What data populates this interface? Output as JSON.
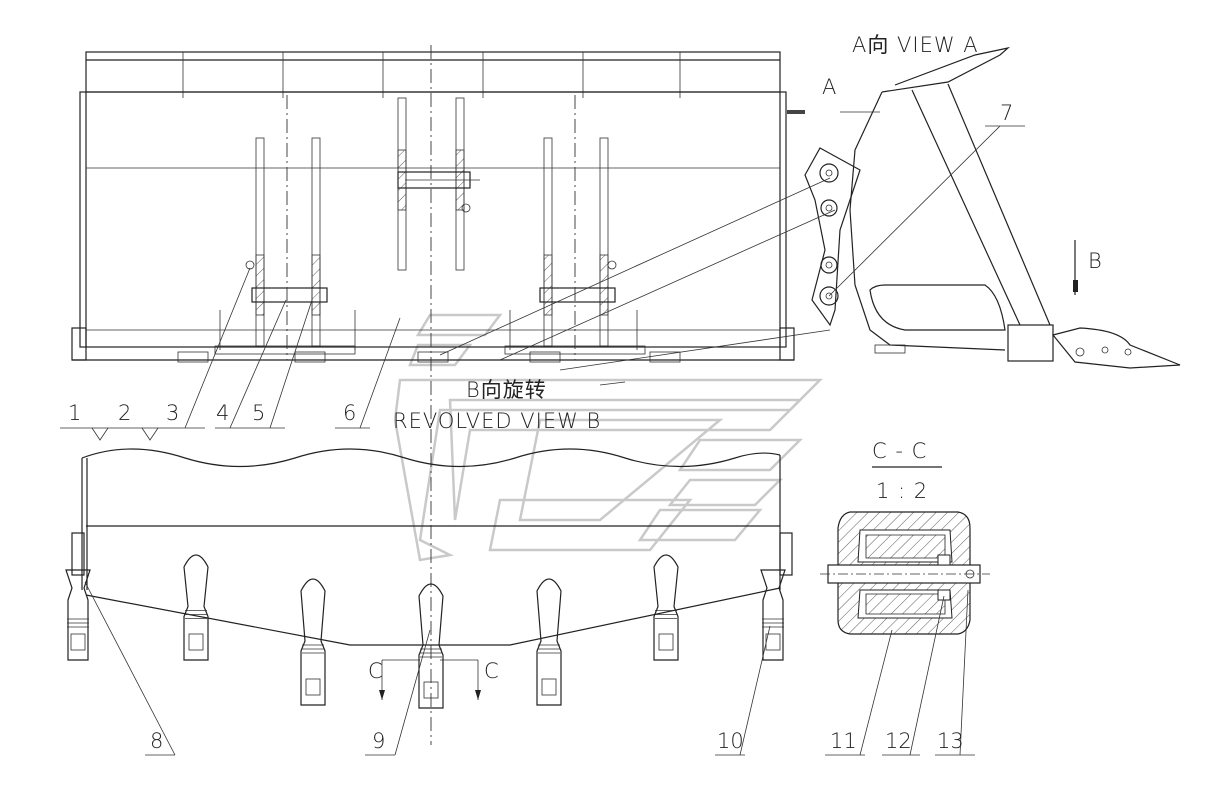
{
  "labels": {
    "view_a": "A向 VIEW A",
    "a": "A",
    "b": "B",
    "revolved_cn": "B向旋转",
    "revolved_en": "REVOLVED VIEW B",
    "section": "C - C",
    "scale": "1 : 2",
    "c_left": "C",
    "c_right": "C"
  },
  "callouts": [
    "1",
    "2",
    "3",
    "4",
    "5",
    "6",
    "7",
    "8",
    "9",
    "10",
    "11",
    "12",
    "13"
  ]
}
